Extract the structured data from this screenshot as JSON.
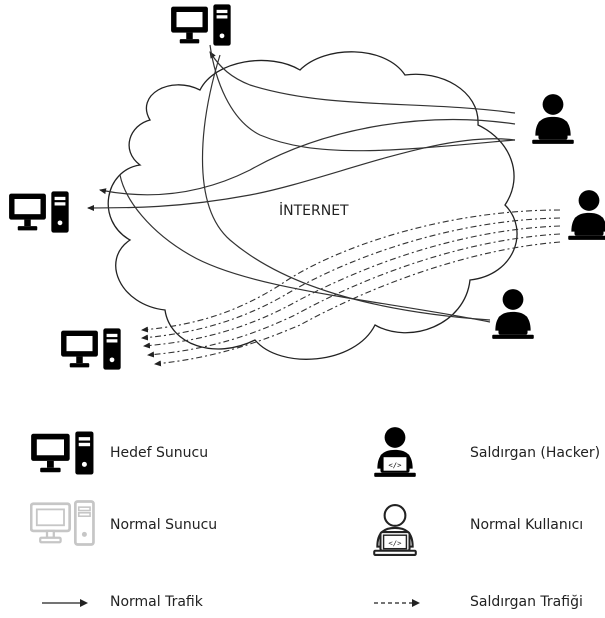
{
  "diagram": {
    "cloud_label": "İNTERNET"
  },
  "legend": {
    "target_server": "Hedef Sunucu",
    "normal_server": "Normal Sunucu",
    "normal_traffic": "Normal Trafik",
    "attacker": "Saldırgan (Hacker)",
    "normal_user": "Normal Kullanıcı",
    "attack_traffic": "Saldırgan Trafiği"
  },
  "colors": {
    "black": "#000000",
    "gray": "#c8c8c8",
    "line": "#333333"
  },
  "icons": [
    "target-server-icon",
    "normal-server-icon",
    "attacker-icon",
    "normal-user-icon",
    "solid-arrow-icon",
    "dashed-arrow-icon"
  ]
}
